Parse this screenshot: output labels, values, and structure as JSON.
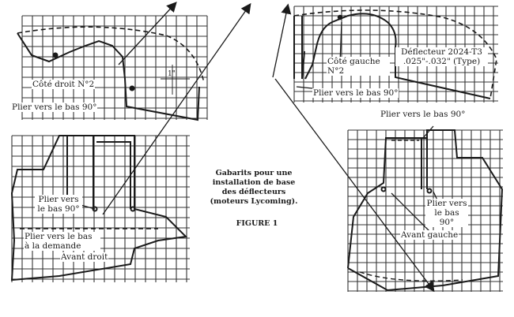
{
  "diagram": {
    "title": "Gabarits pour une installation de base des déflecteurs (moteurs Lycoming).",
    "figure_label": "FIGURE 1",
    "labels": {
      "cote_droit": "Côté droit N°2",
      "plier_tl": "Plier vers le bas 90°",
      "dimension": "1\"",
      "cote_gauche": "Côté gauche N°2",
      "deflecteur": "Déflecteur 2024-T3 .025\"-.032\" (Type)",
      "plier_tr": "Plier vers le bas 90°",
      "plier_br_top": "Plier vers le bas 90°",
      "plier_br_mid": "Plier vers le bas 90°",
      "avant_gauche": "Avant gauche",
      "plier_bl_top": "Plier vers le bas 90°",
      "plier_bl_demande": "Plier vers le bas à la demande",
      "avant_droit": "Avant droit"
    }
  }
}
